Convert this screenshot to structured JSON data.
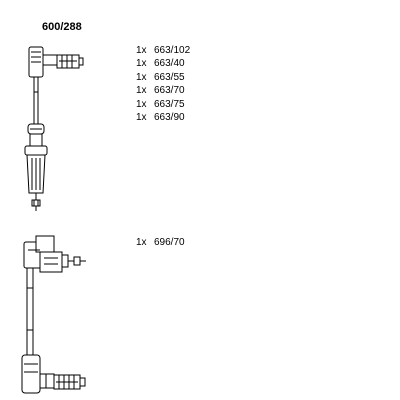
{
  "kit_number": "600/288",
  "groups": [
    {
      "items": [
        {
          "qty": "1x",
          "part": "663/102"
        },
        {
          "qty": "1x",
          "part": "663/40"
        },
        {
          "qty": "1x",
          "part": "663/55"
        },
        {
          "qty": "1x",
          "part": "663/70"
        },
        {
          "qty": "1x",
          "part": "663/75"
        },
        {
          "qty": "1x",
          "part": "663/90"
        }
      ]
    },
    {
      "items": [
        {
          "qty": "1x",
          "part": "696/70"
        }
      ]
    }
  ]
}
